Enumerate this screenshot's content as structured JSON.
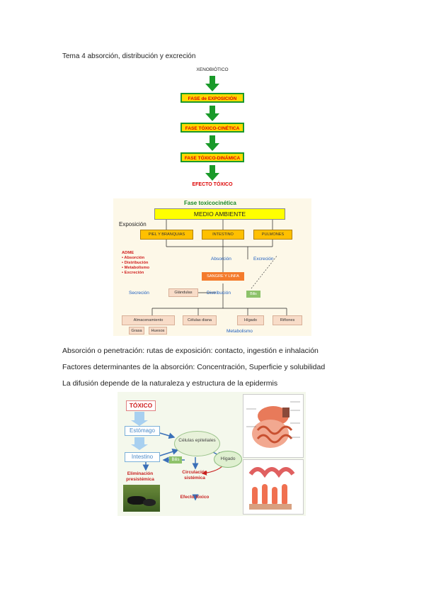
{
  "document": {
    "title": "Tema 4 absorción, distribución y excreción",
    "paragraphs": [
      "Absorción o penetración: rutas de exposición: contacto, ingestión e inhalación",
      "Factores determinantes de la absorción: Concentración, Superficie y solubilidad",
      "La difusión depende de la naturaleza y estructura de la epidermis"
    ]
  },
  "figure1": {
    "top_label": "XENOBIÓTICO",
    "boxes": [
      "FASE de EXPOSICIÓN",
      "FASE TÓXICO-CINÉTICA",
      "FASE TÓXICO-DINÁMICA"
    ],
    "bottom_label": "EFECTO TÓXICO",
    "colors": {
      "box": "#ffd800",
      "border": "#1a9a2a",
      "text": "#d00000",
      "arrow": "#1a9a2a"
    }
  },
  "figure2": {
    "title": "Fase toxicocinética",
    "medio": "MEDIO AMBIENTE",
    "exposicion": "Exposición",
    "routes": [
      "PIEL Y BRANQUIAS",
      "INTESTINO",
      "PULMONES"
    ],
    "adme_title": "ADME",
    "adme_items": [
      "• Absorción",
      "• Distribución",
      "• Metabolismo",
      "• Excreción"
    ],
    "absorcion": "Absorción",
    "excrecion": "Excreción",
    "sangre": "SANGRE Y LINFA",
    "secrecion": "Secreción",
    "glandulas": "Glándulas",
    "distribucion": "Distribución",
    "bilis": "Bilis",
    "targets": [
      "Almacenamiento",
      "Células diana",
      "Hígado",
      "Riñones"
    ],
    "storage": [
      "Grasa",
      "Huesos"
    ],
    "metabolismo": "Metabolismo"
  },
  "figure3": {
    "toxico": "TÓXICO",
    "estomago": "Estómago",
    "intestino": "Intestino",
    "celulas": "Células epiteliales",
    "bilis": "Bilis",
    "higado": "Hígado",
    "eliminacion": "Eliminación presistémica",
    "circulacion": "Circulación sistémica",
    "efecto": "Efecto tóxico"
  }
}
